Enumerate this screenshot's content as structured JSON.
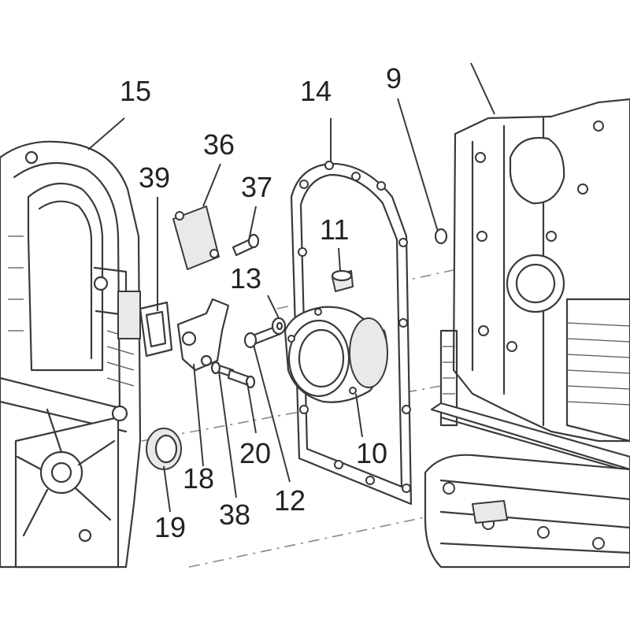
{
  "callouts": {
    "c15": "15",
    "c14": "14",
    "c9": "9",
    "c36": "36",
    "c39": "39",
    "c37": "37",
    "c11": "11",
    "c13": "13",
    "c20": "20",
    "c10": "10",
    "c18": "18",
    "c12": "12",
    "c38": "38",
    "c19": "19"
  }
}
